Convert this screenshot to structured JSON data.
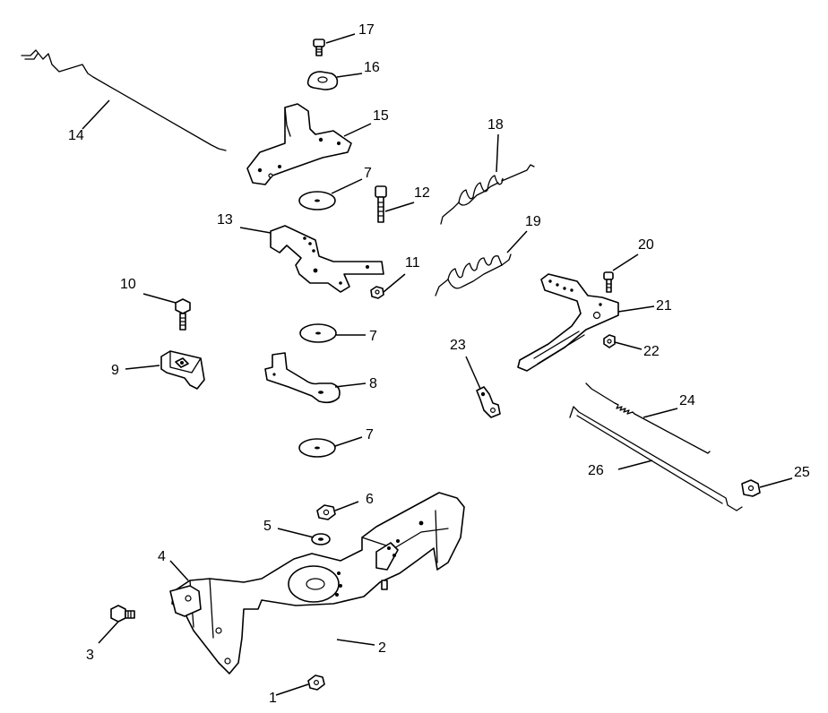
{
  "callouts": [
    {
      "id": "c1",
      "label": "1"
    },
    {
      "id": "c2",
      "label": "2"
    },
    {
      "id": "c3",
      "label": "3"
    },
    {
      "id": "c4",
      "label": "4"
    },
    {
      "id": "c5",
      "label": "5"
    },
    {
      "id": "c6",
      "label": "6"
    },
    {
      "id": "c7a",
      "label": "7"
    },
    {
      "id": "c7b",
      "label": "7"
    },
    {
      "id": "c7c",
      "label": "7"
    },
    {
      "id": "c8",
      "label": "8"
    },
    {
      "id": "c9",
      "label": "9"
    },
    {
      "id": "c10",
      "label": "10"
    },
    {
      "id": "c11",
      "label": "11"
    },
    {
      "id": "c12",
      "label": "12"
    },
    {
      "id": "c13",
      "label": "13"
    },
    {
      "id": "c14",
      "label": "14"
    },
    {
      "id": "c15",
      "label": "15"
    },
    {
      "id": "c16",
      "label": "16"
    },
    {
      "id": "c17",
      "label": "17"
    },
    {
      "id": "c18",
      "label": "18"
    },
    {
      "id": "c19",
      "label": "19"
    },
    {
      "id": "c20",
      "label": "20"
    },
    {
      "id": "c21",
      "label": "21"
    },
    {
      "id": "c22",
      "label": "22"
    },
    {
      "id": "c23",
      "label": "23"
    },
    {
      "id": "c24",
      "label": "24"
    },
    {
      "id": "c25",
      "label": "25"
    },
    {
      "id": "c26",
      "label": "26"
    }
  ]
}
